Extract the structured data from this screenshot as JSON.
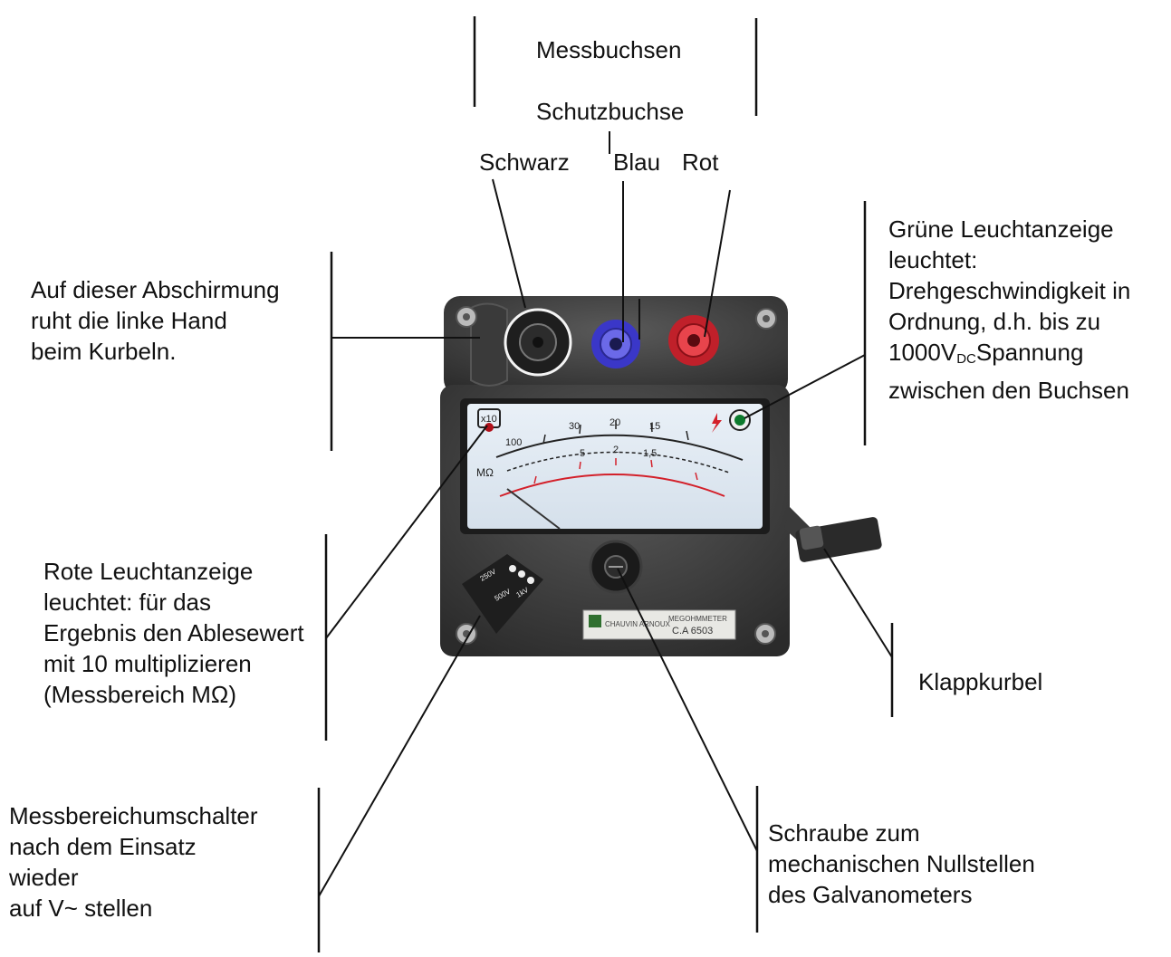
{
  "labels": {
    "messbuchsen": "Messbuchsen",
    "schutzbuchse": "Schutzbuchse",
    "schwarz": "Schwarz",
    "blau": "Blau",
    "rot": "Rot",
    "abschirmung": {
      "line1": "Auf dieser Abschirmung",
      "line2": "ruht die linke Hand",
      "line3": "beim Kurbeln."
    },
    "gruen": {
      "line1": "Grüne Leuchtanzeige",
      "line2": "leuchtet:",
      "line3": "Drehgeschwindigkeit in",
      "line4": "Ordnung, d.h. bis zu",
      "line5_main": "1000V",
      "line5_sub": "DC",
      "line5_rest": "Spannung",
      "line6": "zwischen den Buchsen"
    },
    "rot_led": {
      "line1": "Rote Leuchtanzeige",
      "line2": "leuchtet: für das",
      "line3": "Ergebnis den Ablesewert",
      "line4": "mit 10 multiplizieren",
      "line5": "(Messbereich MΩ)"
    },
    "klappkurbel": "Klappkurbel",
    "umschalter": {
      "line1": "Messbereichumschalter",
      "line2": "nach dem Einsatz",
      "line3": "wieder",
      "line4": "auf V~ stellen"
    },
    "schraube": {
      "line1": "Schraube zum",
      "line2": "mechanischen Nullstellen",
      "line3": "des Galvanometers"
    }
  },
  "device": {
    "multiplier": "x10",
    "scale_top": [
      "30",
      "20",
      "15"
    ],
    "scale_left": [
      "MΩ",
      "100",
      "5",
      "2",
      "1,5"
    ],
    "brand_left": "CHAUVIN ARNOUX",
    "brand_right_line1": "MEGOHMMETER",
    "brand_right_line2": "C.A 6503",
    "selector_marks": [
      "250V",
      "500V",
      "1kV"
    ]
  }
}
